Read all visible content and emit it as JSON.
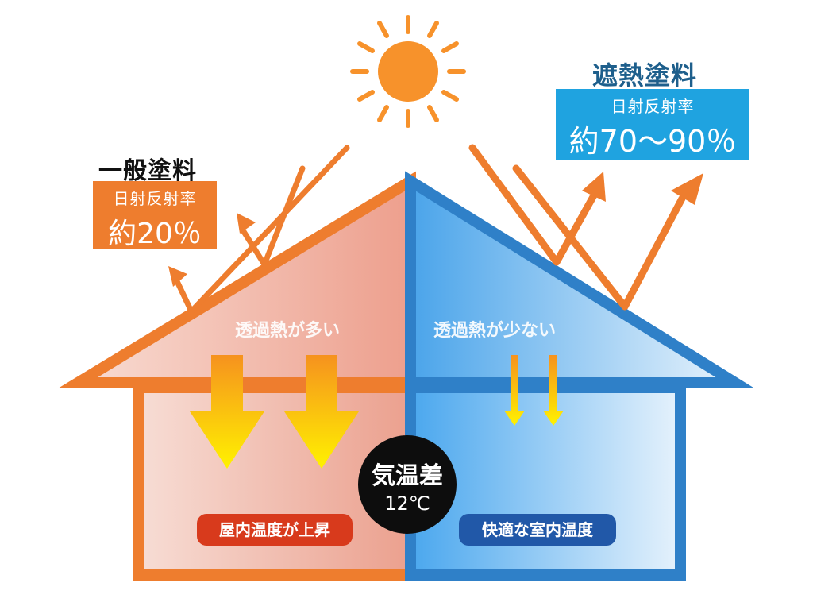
{
  "left": {
    "title": "一般塗料",
    "box_label": "日射反射率",
    "box_value": "約20％",
    "heat_text": "透過熱が多い",
    "result_text": "屋内温度が上昇"
  },
  "right": {
    "title": "遮熱塗料",
    "box_label": "日射反射率",
    "box_value": "約70〜90％",
    "heat_text": "透過熱が少ない",
    "result_text": "快適な室内温度"
  },
  "center": {
    "badge_title": "気温差",
    "badge_value": "12℃"
  },
  "colors": {
    "orange": "#ee7d2e",
    "blue": "#2f80c8",
    "sun": "#f7922b",
    "red_pill": "#d83a1c",
    "blue_pill": "#2158a8",
    "sky_box": "#1fa3e0"
  }
}
